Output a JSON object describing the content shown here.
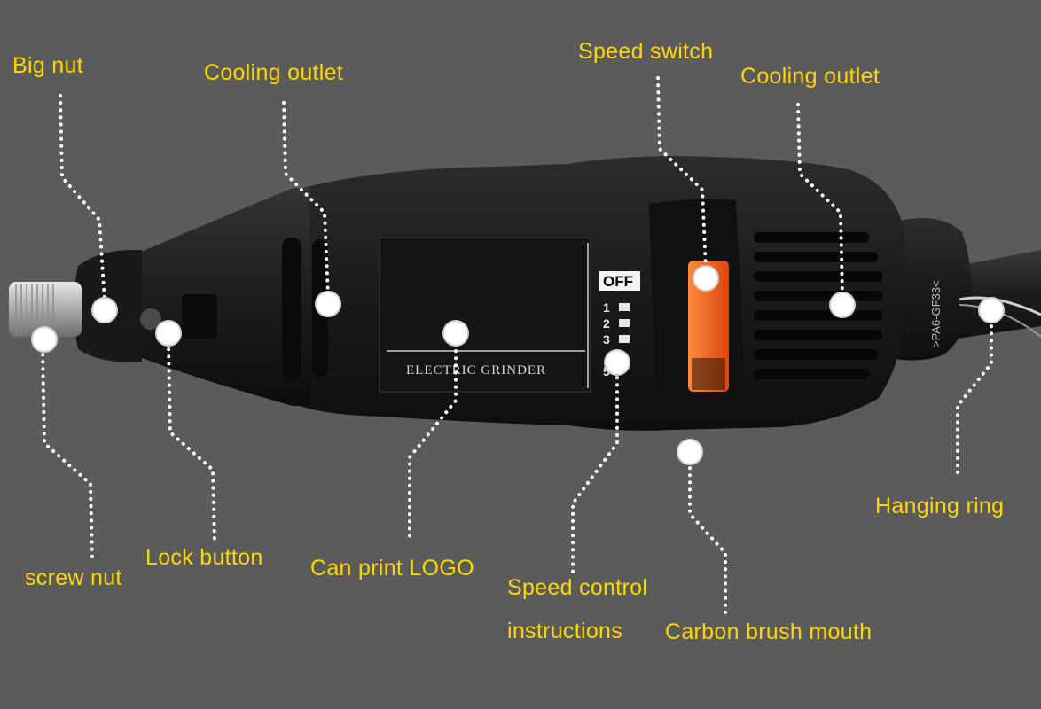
{
  "colors": {
    "background": "#5b5b5b",
    "label_text": "#ffd700",
    "leader_line": "#ffffff",
    "tool_body": "#1b1b1b",
    "speed_switch": "#f26a21"
  },
  "labels": {
    "big_nut": "Big nut",
    "cooling_outlet_left": "Cooling outlet",
    "speed_switch": "Speed switch",
    "cooling_outlet_right": "Cooling outlet",
    "hanging_ring": "Hanging ring",
    "screw_nut": "screw nut",
    "lock_button": "Lock button",
    "can_print_logo": "Can print LOGO",
    "speed_control_line1": "Speed control",
    "speed_control_line2": "instructions",
    "carbon_brush_mouth": "Carbon brush mouth"
  },
  "tool_printing": {
    "brand_panel": "ELECTRIC GRINDER",
    "speed_off": "OFF",
    "speed_levels": [
      "1",
      "2",
      "3",
      "5"
    ],
    "model_code": ">PA6-GF33<"
  },
  "icons": {
    "marker": "circle-marker-icon"
  }
}
